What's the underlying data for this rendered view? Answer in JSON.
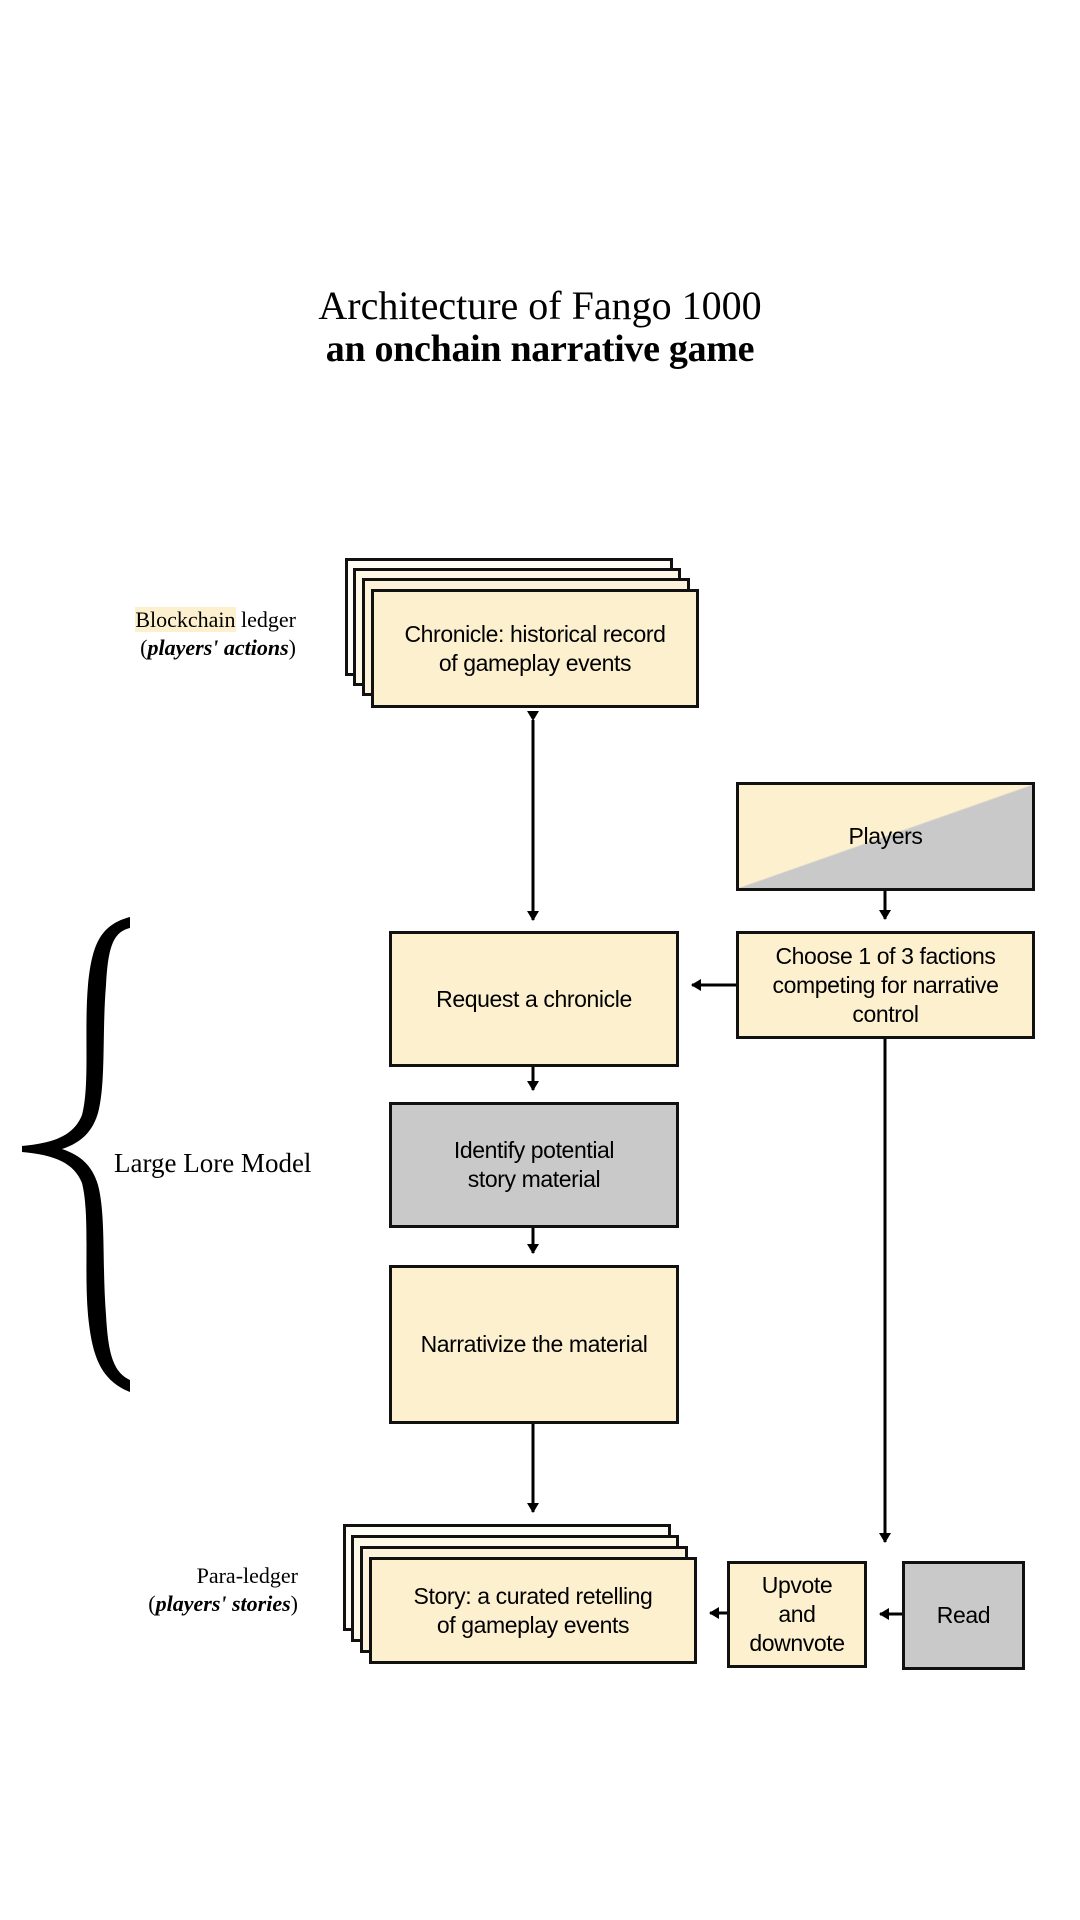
{
  "title": {
    "line1": "Architecture of Fango 1000",
    "line2": "an onchain narrative game"
  },
  "labels": {
    "blockchain_ledger": {
      "highlight": "Blockchain",
      "rest": " ledger",
      "subtitle": "players' actions"
    },
    "para_ledger": {
      "title": "Para-ledger",
      "subtitle": "players' stories"
    },
    "large_lore_model": "Large Lore Model"
  },
  "nodes": {
    "chronicle": {
      "line1": "Chronicle: historical record",
      "line2": "of gameplay events"
    },
    "players": {
      "label": "Players"
    },
    "request": {
      "label": "Request a chronicle"
    },
    "choose_faction": {
      "line1": "Choose 1 of 3 factions",
      "line2": "competing for narrative",
      "line3": "control"
    },
    "identify": {
      "line1": "Identify potential",
      "line2": "story material"
    },
    "narrativize": {
      "label": "Narrativize the material"
    },
    "story": {
      "line1": "Story: a curated retelling",
      "line2": "of gameplay events"
    },
    "upvote": {
      "line1": "Upvote",
      "line2": "and",
      "line3": "downvote"
    },
    "read": {
      "label": "Read"
    }
  },
  "edges": [
    {
      "from": "chronicle",
      "to": "request",
      "direction": "bidirectional"
    },
    {
      "from": "players",
      "to": "choose_faction"
    },
    {
      "from": "choose_faction",
      "to": "request"
    },
    {
      "from": "request",
      "to": "identify"
    },
    {
      "from": "identify",
      "to": "narrativize"
    },
    {
      "from": "narrativize",
      "to": "story"
    },
    {
      "from": "choose_faction",
      "to": "upvote"
    },
    {
      "from": "read",
      "to": "upvote"
    },
    {
      "from": "upvote",
      "to": "story"
    }
  ],
  "colors": {
    "beige": "#fdf0cf",
    "grey": "#c9c9c9",
    "stroke": "#111111"
  }
}
